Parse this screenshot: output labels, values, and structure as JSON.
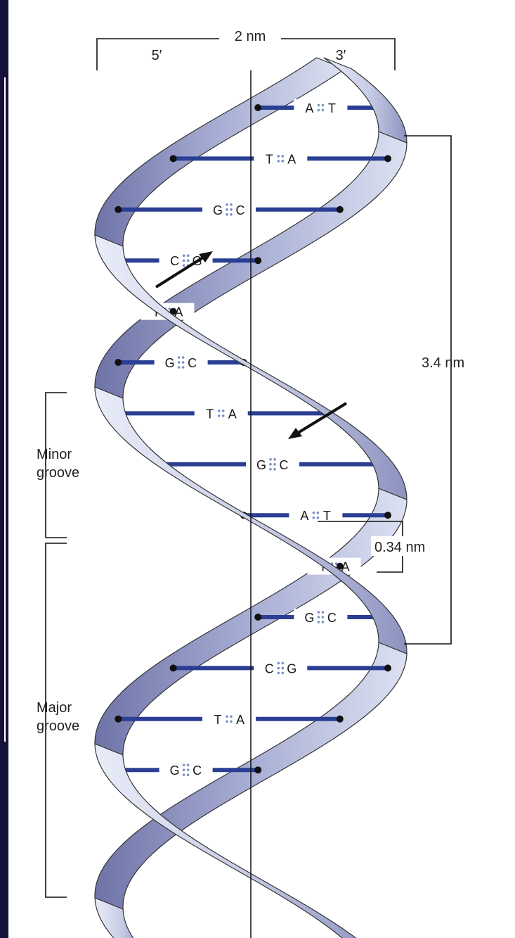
{
  "colors": {
    "page_background": "#15123c",
    "panel_background": "#ffffff",
    "strand_light": "#e6e9f6",
    "strand_dark": "#6f74a8",
    "bond": "#2a3f93",
    "h_bond_dots": "#7a90c8",
    "outline": "#222222"
  },
  "labels": {
    "width": "2 nm",
    "five_prime": "5′",
    "three_prime": "3′",
    "turn_length": "3.4 nm",
    "rise": "0.34 nm",
    "minor_groove": [
      "Minor",
      "groove"
    ],
    "major_groove": [
      "Major",
      "groove"
    ]
  },
  "base_pairs": [
    {
      "left": "A",
      "right": "T",
      "h_bonds": 2
    },
    {
      "left": "T",
      "right": "A",
      "h_bonds": 2
    },
    {
      "left": "G",
      "right": "C",
      "h_bonds": 3
    },
    {
      "left": "C",
      "right": "G",
      "h_bonds": 3
    },
    {
      "left": "T",
      "right": "A",
      "h_bonds": 2
    },
    {
      "left": "G",
      "right": "C",
      "h_bonds": 3
    },
    {
      "left": "T",
      "right": "A",
      "h_bonds": 2
    },
    {
      "left": "G",
      "right": "C",
      "h_bonds": 3
    },
    {
      "left": "A",
      "right": "T",
      "h_bonds": 2
    },
    {
      "left": "T",
      "right": "A",
      "h_bonds": 2
    },
    {
      "left": "G",
      "right": "C",
      "h_bonds": 3
    },
    {
      "left": "C",
      "right": "G",
      "h_bonds": 3
    },
    {
      "left": "T",
      "right": "A",
      "h_bonds": 2
    },
    {
      "left": "G",
      "right": "C",
      "h_bonds": 3
    }
  ]
}
